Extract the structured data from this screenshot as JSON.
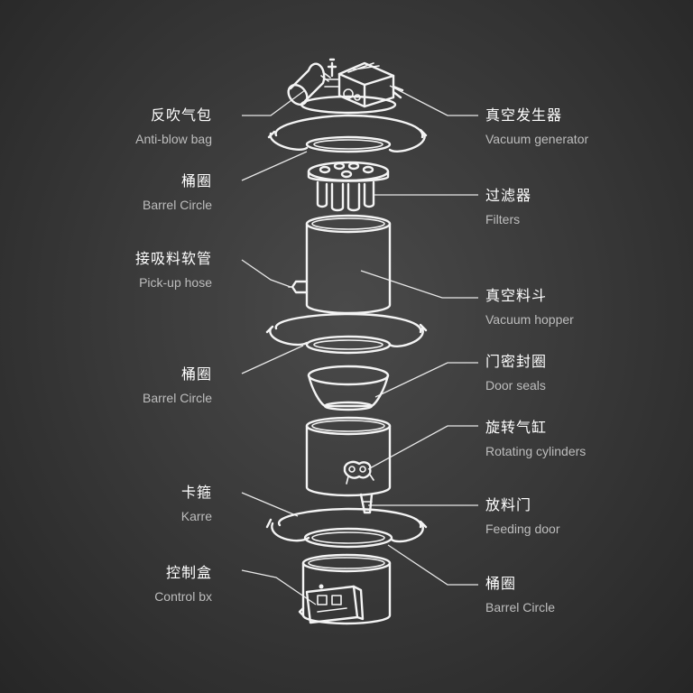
{
  "labels": {
    "anti_blow_bag": {
      "zh": "反吹气包",
      "en": "Anti-blow bag"
    },
    "barrel_circle_1": {
      "zh": "桶圈",
      "en": "Barrel Circle"
    },
    "pickup_hose": {
      "zh": "接吸料软管",
      "en": "Pick-up hose"
    },
    "barrel_circle_2": {
      "zh": "桶圈",
      "en": "Barrel Circle"
    },
    "karre": {
      "zh": "卡箍",
      "en": "Karre"
    },
    "control_box": {
      "zh": "控制盒",
      "en": "Control bx"
    },
    "vacuum_generator": {
      "zh": "真空发生器",
      "en": "Vacuum generator"
    },
    "filters": {
      "zh": "过滤器",
      "en": "Filters"
    },
    "vacuum_hopper": {
      "zh": "真空料斗",
      "en": "Vacuum hopper"
    },
    "door_seals": {
      "zh": "门密封圈",
      "en": "Door seals"
    },
    "rotating_cylinders": {
      "zh": "旋转气缸",
      "en": "Rotating cylinders"
    },
    "feeding_door": {
      "zh": "放料门",
      "en": "Feeding door"
    },
    "barrel_circle_3": {
      "zh": "桶圈",
      "en": "Barrel Circle"
    }
  },
  "colors": {
    "background": "#3a3a3a",
    "line": "#f4f4f4",
    "label_primary": "#ffffff",
    "label_secondary": "#bdbdbd"
  }
}
